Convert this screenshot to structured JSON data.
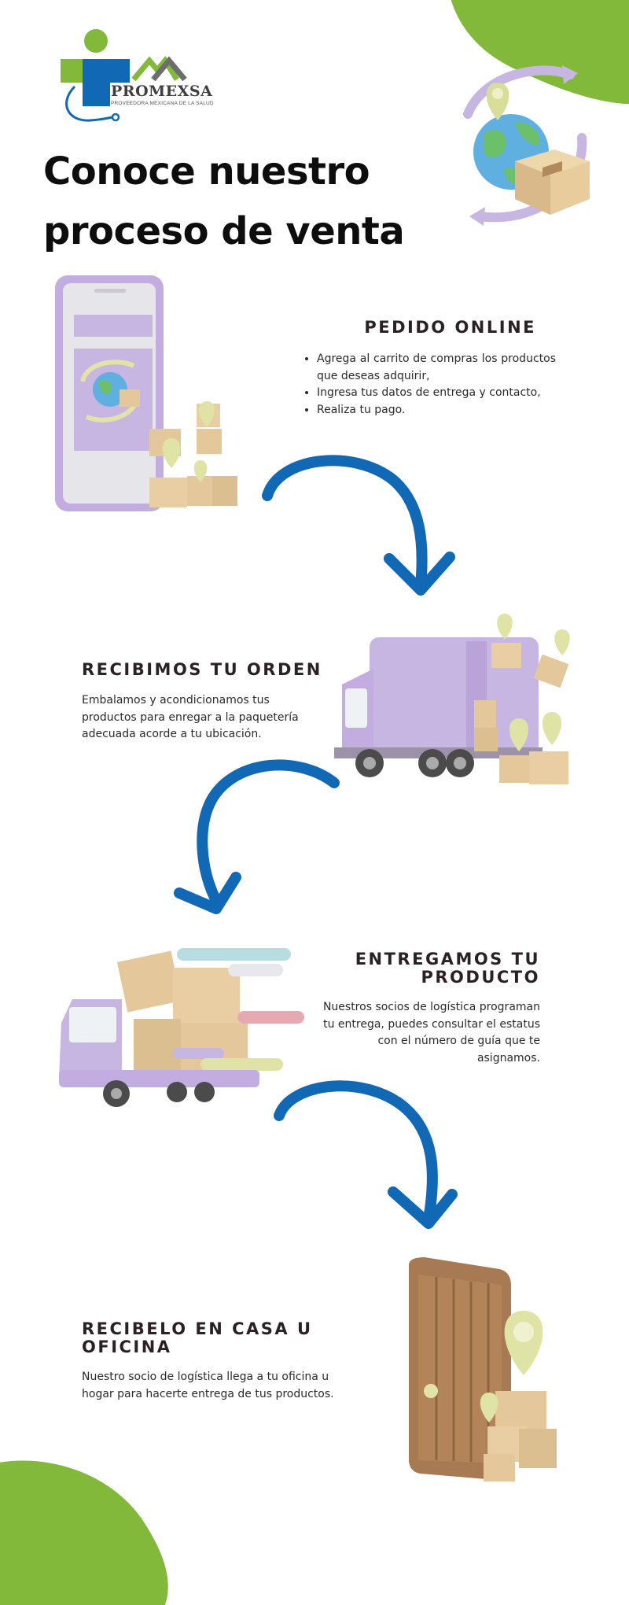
{
  "brand": {
    "name": "PROMEXSA",
    "tagline": "PROVEEDORA MEXICANA DE LA SALUD"
  },
  "page": {
    "title_line1": "Conoce nuestro",
    "title_line2": "proceso de venta"
  },
  "steps": [
    {
      "title": "PEDIDO ONLINE",
      "items": [
        "Agrega al carrito de compras los productos que deseas adquirir,",
        "Ingresa tus datos de entrega y contacto,",
        "Realiza tu pago."
      ]
    },
    {
      "title": "RECIBIMOS TU ORDEN",
      "body": "Embalamos y acondicionamos tus productos para enregar a la paquetería adecuada acorde a tu ubicación."
    },
    {
      "title_line1": "ENTREGAMOS TU",
      "title_line2": "PRODUCTO",
      "body": "Nuestros socios de logística programan tu entrega, puedes consultar el estatus con el número de guía que te asignamos."
    },
    {
      "title_line1": "RECIBELO EN CASA U",
      "title_line2": "OFICINA",
      "body": "Nuestro socio de logística llega a tu oficina u hogar para hacerte entrega de tus productos."
    }
  ],
  "colors": {
    "accent_green": "#82b93b",
    "arrow_blue": "#1168b4",
    "lavender": "#c8b6e2",
    "cardboard": "#e4c79a",
    "pin": "#dfe3a6",
    "door": "#b3845a"
  },
  "icons": [
    "globe-icon",
    "box-icon",
    "location-pin-icon",
    "smartphone-icon",
    "delivery-truck-icon",
    "door-icon",
    "curved-arrow-icon"
  ]
}
